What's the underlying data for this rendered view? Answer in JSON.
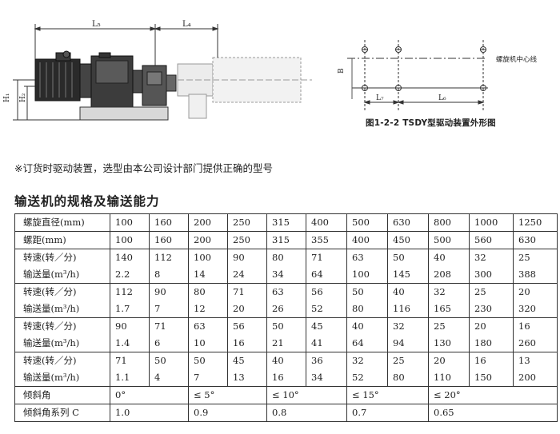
{
  "figure": {
    "dim_l5": "L₅",
    "dim_l4": "L₄",
    "dim_h1": "H₁",
    "dim_h2": "H₂",
    "dim_b": "B",
    "dim_l7": "L₇",
    "dim_l6": "L₆",
    "centerline_label": "螺旋机中心线",
    "caption": "图1-2-2    TSDY型驱动装置外形图"
  },
  "note": "※订货时驱动装置，选型由本公司设计部门提供正确的型号",
  "section_title": "输送机的规格及输送能力",
  "table": {
    "spiral_diameter": {
      "label": "螺旋直径(mm)",
      "values": [
        "100",
        "160",
        "200",
        "250",
        "315",
        "400",
        "500",
        "630",
        "800",
        "1000",
        "1250"
      ]
    },
    "pitch": {
      "label": "螺距(mm)",
      "values": [
        "100",
        "160",
        "200",
        "250",
        "315",
        "355",
        "400",
        "450",
        "500",
        "560",
        "630"
      ]
    },
    "speed_groups": [
      {
        "speed_label": "转速(转／分)",
        "capacity_label": "输送量(m³/h)",
        "speeds": [
          "140",
          "112",
          "100",
          "90",
          "80",
          "71",
          "63",
          "50",
          "40",
          "32",
          "25"
        ],
        "capacities": [
          "2.2",
          "8",
          "14",
          "24",
          "34",
          "64",
          "100",
          "145",
          "208",
          "300",
          "388"
        ]
      },
      {
        "speed_label": "转速(转／分)",
        "capacity_label": "输送量(m³/h)",
        "speeds": [
          "112",
          "90",
          "80",
          "71",
          "63",
          "56",
          "50",
          "40",
          "32",
          "25",
          "20"
        ],
        "capacities": [
          "1.7",
          "7",
          "12",
          "20",
          "26",
          "52",
          "80",
          "116",
          "165",
          "230",
          "320"
        ]
      },
      {
        "speed_label": "转速(转／分)",
        "capacity_label": "输送量(m³/h)",
        "speeds": [
          "90",
          "71",
          "63",
          "56",
          "50",
          "45",
          "40",
          "32",
          "25",
          "20",
          "16"
        ],
        "capacities": [
          "1.4",
          "6",
          "10",
          "16",
          "21",
          "41",
          "64",
          "94",
          "130",
          "180",
          "260"
        ]
      },
      {
        "speed_label": "转速(转／分)",
        "capacity_label": "输送量(m³/h)",
        "speeds": [
          "71",
          "50",
          "50",
          "45",
          "40",
          "36",
          "32",
          "25",
          "20",
          "16",
          "13"
        ],
        "capacities": [
          "1.1",
          "4",
          "7",
          "13",
          "16",
          "34",
          "52",
          "80",
          "110",
          "150",
          "200"
        ]
      }
    ],
    "inclination": {
      "label": "倾斜角",
      "values": [
        "0°",
        "≤ 5°",
        "≤ 10°",
        "≤ 15°",
        "≤ 20°"
      ]
    },
    "inclination_coef": {
      "label": "倾斜角系列 C",
      "values": [
        "1.0",
        "0.9",
        "0.8",
        "0.7",
        "0.65"
      ]
    }
  }
}
